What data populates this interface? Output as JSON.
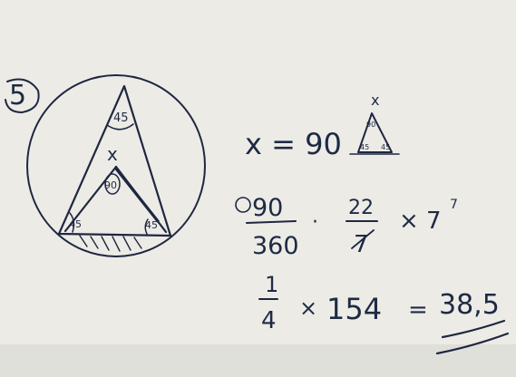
{
  "photo": {
    "paper_color": "#ecebe6",
    "ink_color": "#1f2740",
    "problem_number": "5",
    "angles": {
      "apex": "45",
      "center": "x",
      "center_value": "90",
      "left_base": "45",
      "right_base": "45"
    },
    "mini_triangle": {
      "top_label": "x",
      "top_angle": "90",
      "left_angle": "45",
      "right_angle": "45"
    },
    "work": {
      "line1": "x = 90",
      "line2_numerator": "90",
      "line2_denominator": "360",
      "line2_dot": "·",
      "line2_pi_num": "22",
      "line2_pi_den": "7",
      "line2_times": "× 7",
      "line2_exponent": "7",
      "line3_num": "1",
      "line3_den": "4",
      "line3_times": "×",
      "line3_value": "154",
      "line3_equals": "=",
      "answer": "38,5"
    }
  }
}
